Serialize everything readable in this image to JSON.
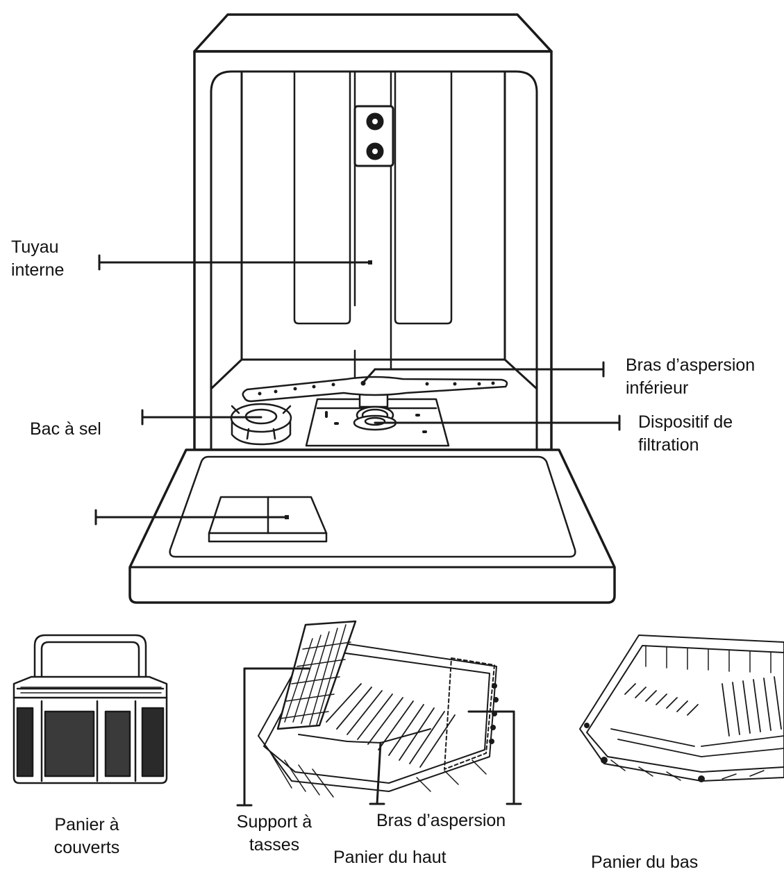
{
  "colors": {
    "stroke": "#1a1a1a",
    "label_text": "#111111",
    "background": "#ffffff"
  },
  "labels": {
    "tuyau_interne": [
      "Tuyau",
      "interne"
    ],
    "bras_inferieur": [
      "Bras d’aspersion",
      "inférieur"
    ],
    "bac_a_sel": "Bac à sel",
    "dispositif_filtration": [
      "Dispositif de",
      "filtration"
    ],
    "panier_couverts": [
      "Panier à",
      "couverts"
    ],
    "support_tasses": [
      "Support à",
      "tasses"
    ],
    "bras_aspersion": "Bras d’aspersion",
    "panier_haut": "Panier du haut",
    "panier_bas": "Panier du bas"
  },
  "parts": {
    "dishwasher": "dishwasher-front-view",
    "cutlery_basket": "cutlery-basket-icon",
    "upper_basket": "upper-basket-icon",
    "lower_basket": "lower-basket-icon"
  }
}
